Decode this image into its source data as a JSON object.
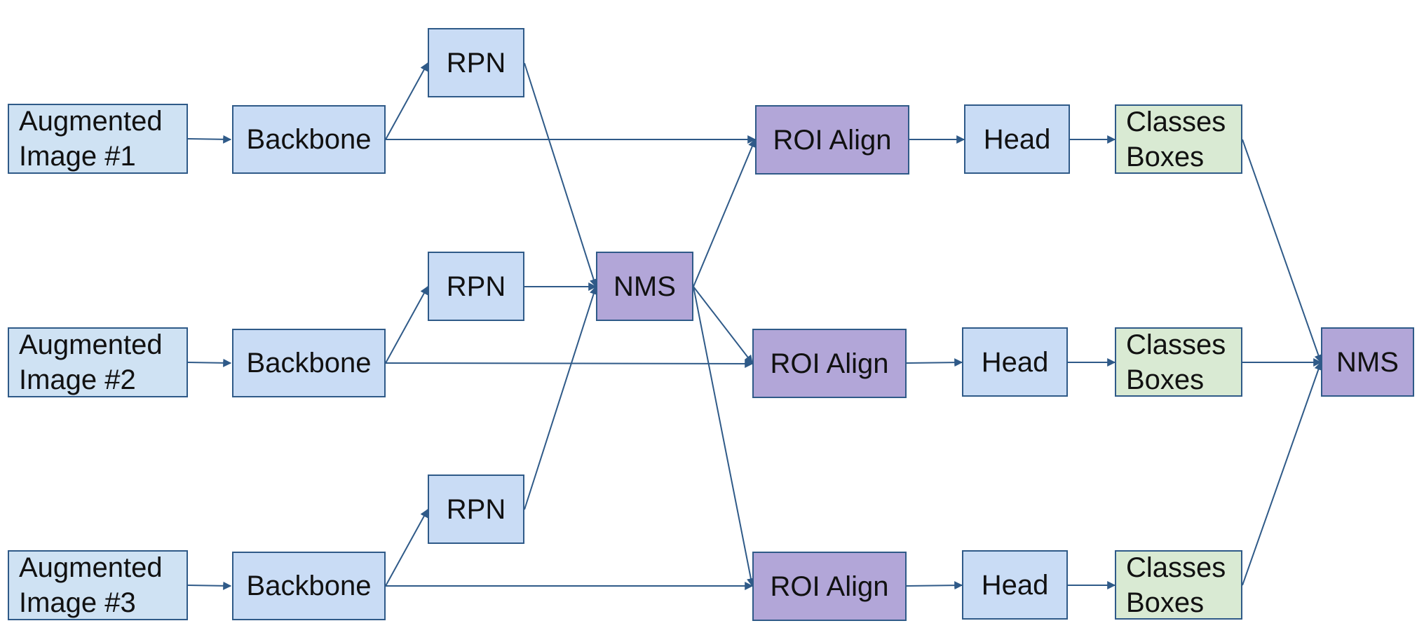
{
  "inputs": [
    "Augmented\nImage #1",
    "Augmented\nImage #2",
    "Augmented\nImage #3"
  ],
  "backbone": "Backbone",
  "rpn": "RPN",
  "nms": "NMS",
  "roi_align": "ROI Align",
  "head": "Head",
  "outputs": "Classes\nBoxes",
  "final_nms": "NMS",
  "colors": {
    "input_fill": "#cfe2f3",
    "module_fill": "#c9dcf5",
    "nms_roi_fill": "#b2a6d8",
    "output_fill": "#d9ead3",
    "stroke": "#2f5a88"
  }
}
